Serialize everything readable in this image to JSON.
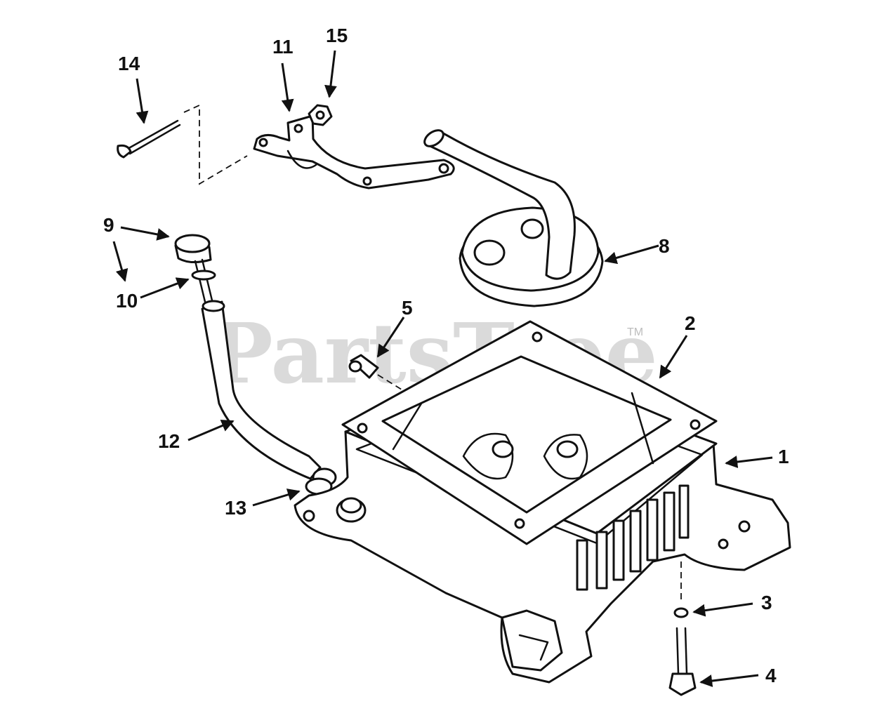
{
  "watermark": {
    "text": "PartsTree",
    "trademark": "TM"
  },
  "callouts": {
    "c1": "1",
    "c2": "2",
    "c3": "3",
    "c4": "4",
    "c5": "5",
    "c8": "8",
    "c9": "9",
    "c10": "10",
    "c11": "11",
    "c12": "12",
    "c13": "13",
    "c14": "14",
    "c15": "15"
  }
}
